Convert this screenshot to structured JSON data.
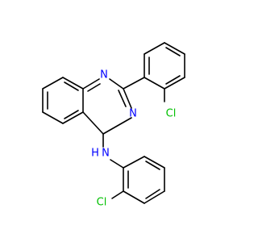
{
  "labels": {
    "n_top": "N",
    "n_mid": "N",
    "nh": "N",
    "h": "H",
    "cl_top": "Cl",
    "cl_bottom": "Cl"
  },
  "colors": {
    "bond": "#000000",
    "nitrogen": "#0000ff",
    "chlorine": "#00c000"
  }
}
